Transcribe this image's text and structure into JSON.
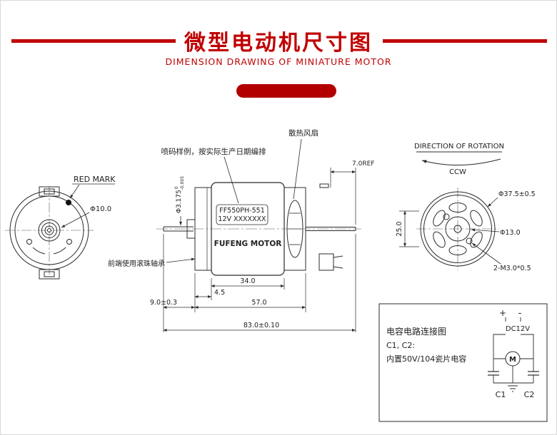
{
  "page": {
    "accent": "#c00000"
  },
  "header": {
    "title": "微型电动机尺寸图",
    "subtitle": "DIMENSION DRAWING OF MINIATURE MOTOR"
  },
  "front_view": {
    "red_mark": "RED MARK",
    "hub_dia": "Φ10.0"
  },
  "side_view": {
    "spray_note": "喷码样例，按实际生产日期编排",
    "fan_label": "散热风扇",
    "model": "FF550PH-551",
    "voltage": "12V XXXXXXX",
    "brand": "FUFENG MOTOR",
    "bearing_note": "前端使用滚珠轴承",
    "shaft_dia": "Φ3.175",
    "shaft_tol_up": "0",
    "shaft_tol_low": "-0.005",
    "dim_7ref": "7.0REF",
    "dim_34": "34.0",
    "dim_45": "4.5",
    "dim_9": "9.0±0.3",
    "dim_57": "57.0",
    "dim_83": "83.0±0.10"
  },
  "rear_view": {
    "direction_label": "DIRECTION OF ROTATION",
    "ccw": "CCW",
    "dia_375": "Φ37.5±0.5",
    "dim_25": "25.0",
    "dia_13": "Φ13.0",
    "thread": "2-M3.0*0.5"
  },
  "circuit": {
    "title": "电容电路连接图",
    "line2": "C1, C2:",
    "line3": "内置50V/104瓷片电容",
    "plus": "+",
    "minus": "-",
    "supply": "DC12V",
    "motor": "M",
    "c1": "C1",
    "c2": "C2"
  }
}
